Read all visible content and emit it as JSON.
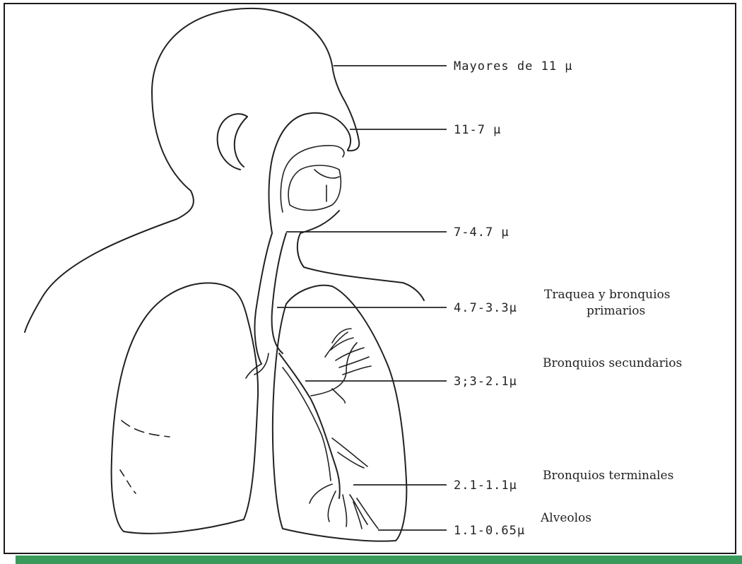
{
  "diagram": {
    "labels": {
      "nose_region": "Mayores de 11 µ",
      "nasal": "11-7 µ",
      "pharynx": "7-4.7 µ",
      "trachea": "4.7-3.3µ",
      "secondary": "3;3-2.1µ",
      "terminal": "2.1-1.1µ",
      "alveoli": "1.1-0.65µ"
    },
    "captions": {
      "trachea_line1": "Traquea y bronquios",
      "trachea_line2": "primarios",
      "secondary": "Bronquios secundarios",
      "terminal": "Bronquios terminales",
      "alveoli": "Alveolos"
    }
  },
  "colors": {
    "footer_bar": "#3a9a5c",
    "line": "#222222"
  }
}
